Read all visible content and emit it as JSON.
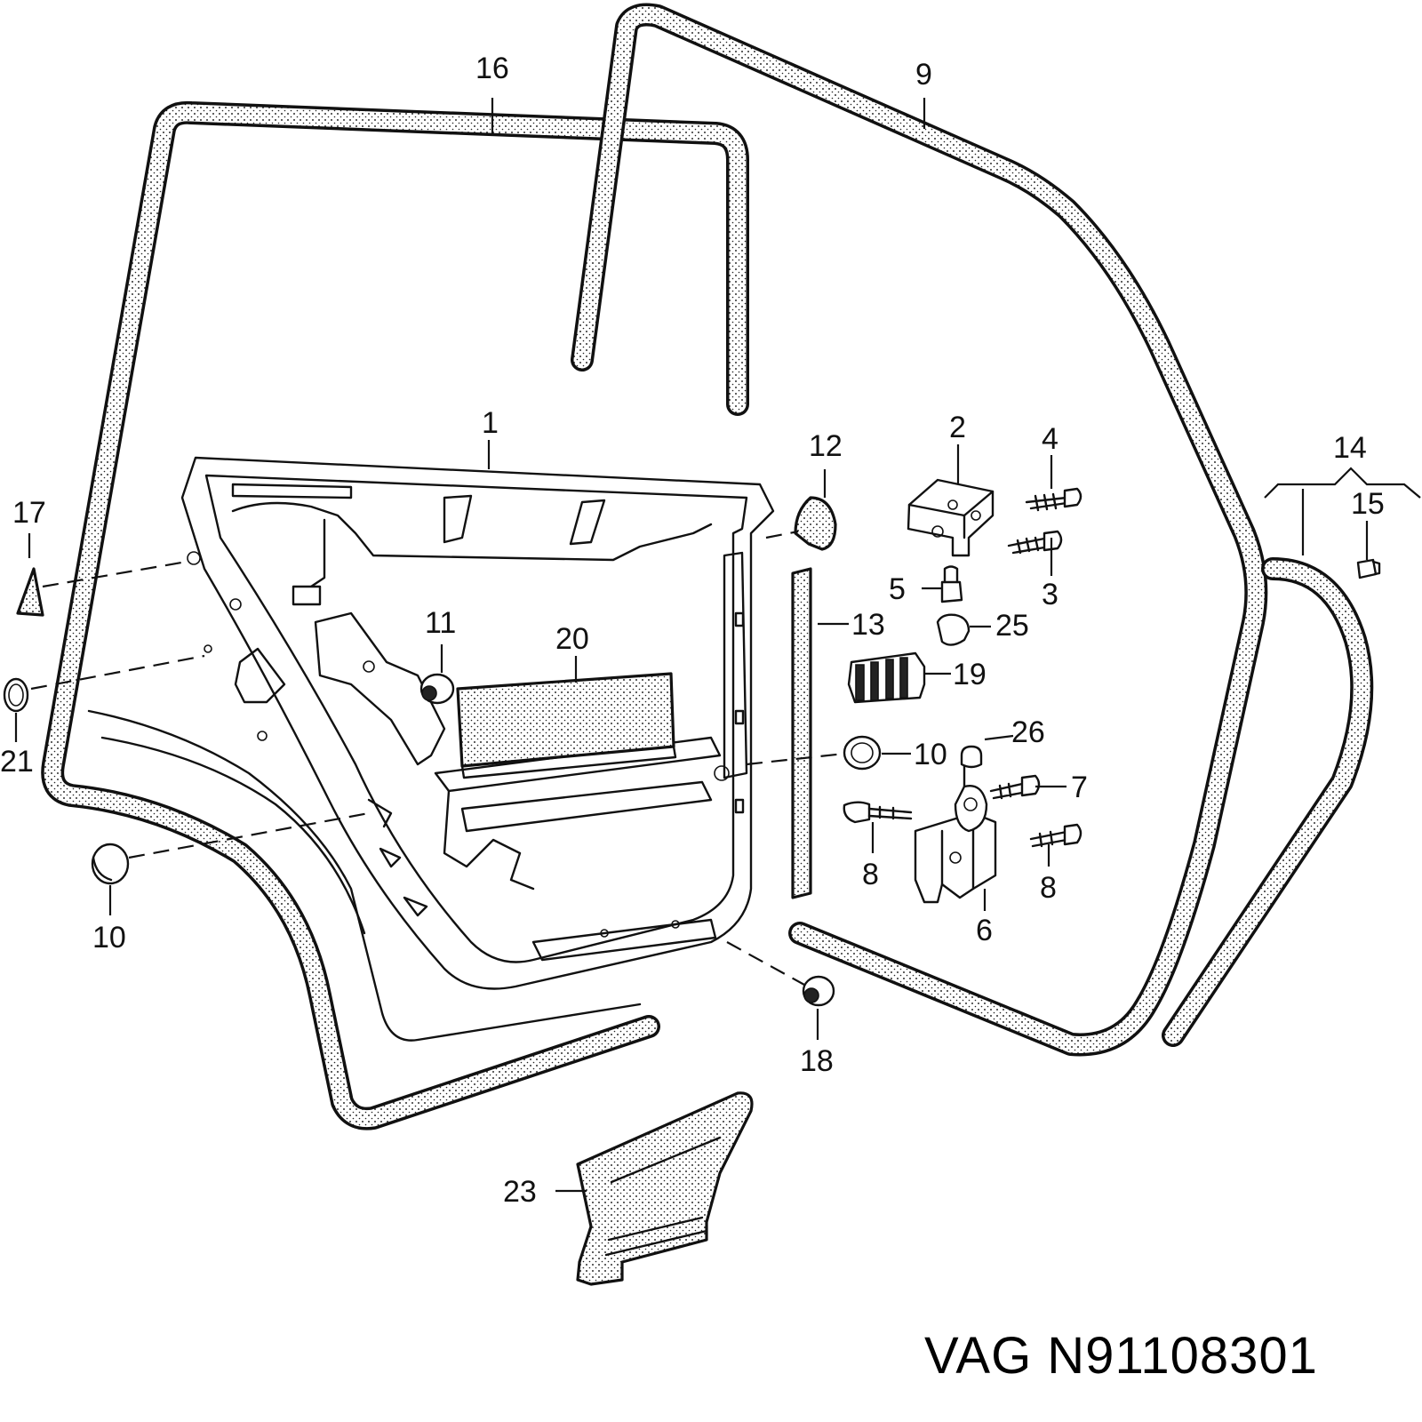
{
  "caption": "VAG N91108301",
  "callouts": {
    "c1": "1",
    "c2": "2",
    "c3": "3",
    "c4": "4",
    "c5": "5",
    "c6": "6",
    "c7": "7",
    "c8a": "8",
    "c8b": "8",
    "c9": "9",
    "c10a": "10",
    "c10b": "10",
    "c11": "11",
    "c12": "12",
    "c13": "13",
    "c14": "14",
    "c15": "15",
    "c16": "16",
    "c17": "17",
    "c18": "18",
    "c19": "19",
    "c20": "20",
    "c21": "21",
    "c23": "23",
    "c25": "25",
    "c26": "26"
  }
}
